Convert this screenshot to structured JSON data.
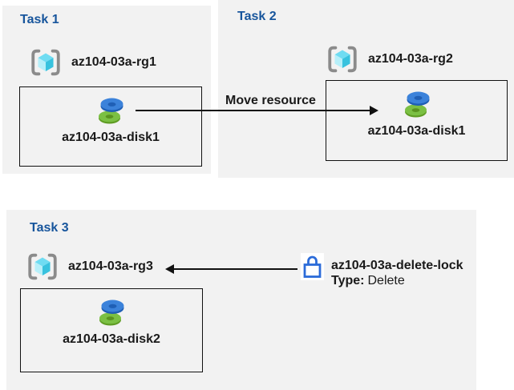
{
  "page": {
    "background": "#ffffff",
    "panel_bg": "#f2f2f2",
    "title_color": "#17559c",
    "text_color": "#1a1a1a",
    "arrow_color": "#111111",
    "lock_blue": "#2b6bd9",
    "disk_blue": "#3b82da",
    "disk_green": "#7bc043",
    "cube_cyan": "#38c2de"
  },
  "tasks": [
    {
      "title": "Task 1",
      "resource_group": "az104-03a-rg1",
      "resource": "az104-03a-disk1"
    },
    {
      "title": "Task 2",
      "resource_group": "az104-03a-rg2",
      "resource": "az104-03a-disk1"
    },
    {
      "title": "Task 3",
      "resource_group": "az104-03a-rg3",
      "resource": "az104-03a-disk2"
    }
  ],
  "move_arrow": {
    "label": "Move resource"
  },
  "lock": {
    "name": "az104-03a-delete-lock",
    "type_label": "Type:",
    "type_value": "Delete"
  },
  "icons": {
    "resource_group": "resource-group-icon",
    "disk": "managed-disk-icon",
    "lock": "lock-icon"
  }
}
